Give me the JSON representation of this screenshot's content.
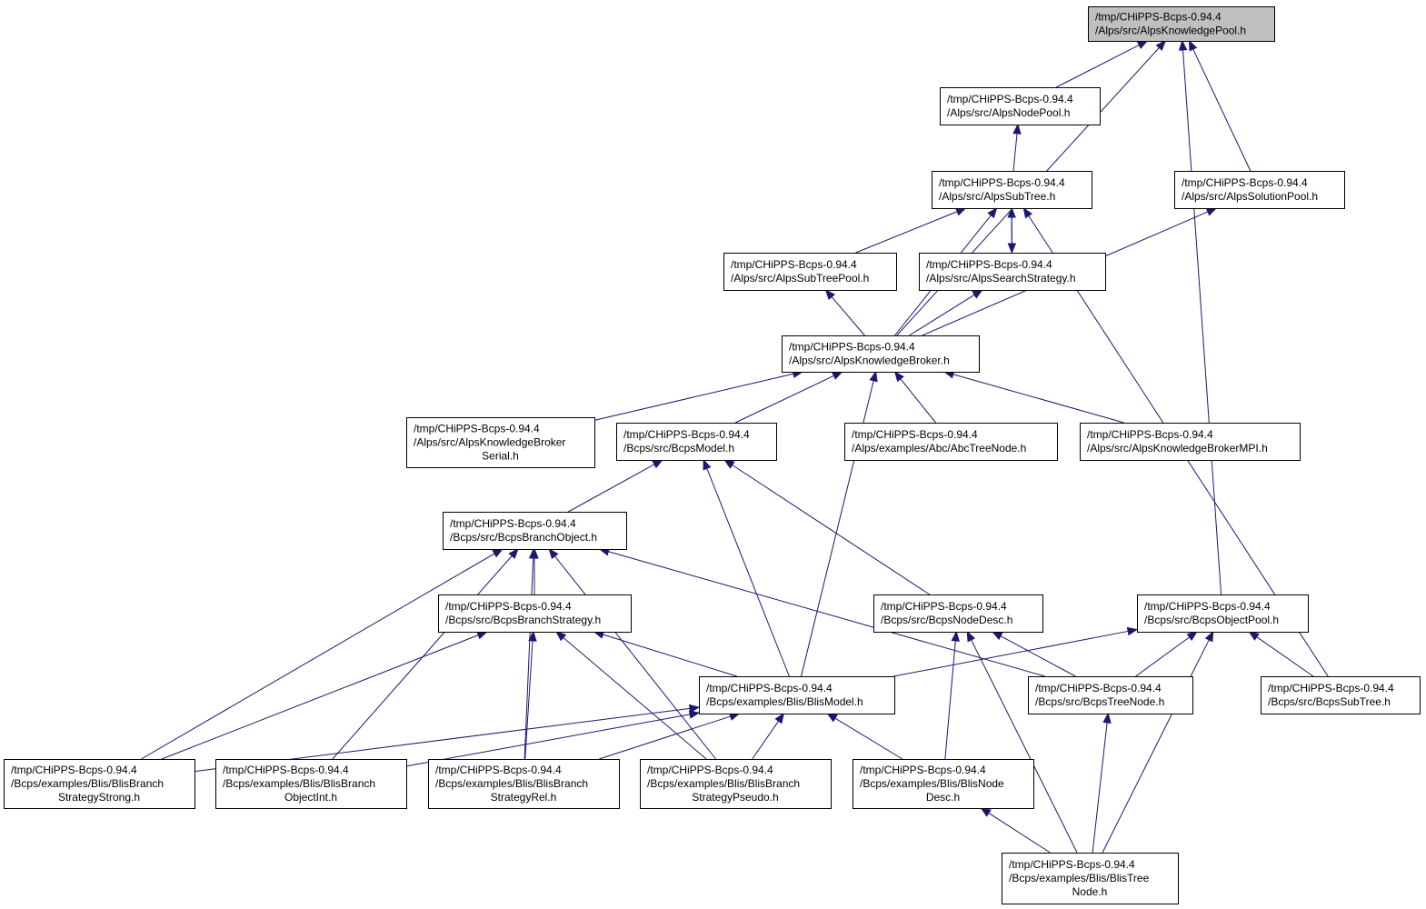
{
  "graph": {
    "nodes": [
      {
        "id": "n1",
        "lines": [
          "/tmp/CHiPPS-Bcps-0.94.4",
          "/Alps/src/AlpsKnowledgePool.h"
        ],
        "highlight": true
      },
      {
        "id": "n2",
        "lines": [
          "/tmp/CHiPPS-Bcps-0.94.4",
          "/Alps/src/AlpsNodePool.h"
        ]
      },
      {
        "id": "n3",
        "lines": [
          "/tmp/CHiPPS-Bcps-0.94.4",
          "/Alps/src/AlpsSubTree.h"
        ]
      },
      {
        "id": "n4",
        "lines": [
          "/tmp/CHiPPS-Bcps-0.94.4",
          "/Alps/src/AlpsSolutionPool.h"
        ]
      },
      {
        "id": "n5",
        "lines": [
          "/tmp/CHiPPS-Bcps-0.94.4",
          "/Alps/src/AlpsSubTreePool.h"
        ]
      },
      {
        "id": "n6",
        "lines": [
          "/tmp/CHiPPS-Bcps-0.94.4",
          "/Alps/src/AlpsSearchStrategy.h"
        ]
      },
      {
        "id": "n7",
        "lines": [
          "/tmp/CHiPPS-Bcps-0.94.4",
          "/Alps/src/AlpsKnowledgeBroker.h"
        ]
      },
      {
        "id": "n8",
        "lines": [
          "/tmp/CHiPPS-Bcps-0.94.4",
          "/Alps/src/AlpsKnowledgeBroker",
          "Serial.h"
        ]
      },
      {
        "id": "n9",
        "lines": [
          "/tmp/CHiPPS-Bcps-0.94.4",
          "/Bcps/src/BcpsModel.h"
        ]
      },
      {
        "id": "n10",
        "lines": [
          "/tmp/CHiPPS-Bcps-0.94.4",
          "/Alps/examples/Abc/AbcTreeNode.h"
        ]
      },
      {
        "id": "n11",
        "lines": [
          "/tmp/CHiPPS-Bcps-0.94.4",
          "/Alps/src/AlpsKnowledgeBrokerMPI.h"
        ]
      },
      {
        "id": "n12",
        "lines": [
          "/tmp/CHiPPS-Bcps-0.94.4",
          "/Bcps/src/BcpsBranchObject.h"
        ]
      },
      {
        "id": "n13",
        "lines": [
          "/tmp/CHiPPS-Bcps-0.94.4",
          "/Bcps/src/BcpsBranchStrategy.h"
        ]
      },
      {
        "id": "n14",
        "lines": [
          "/tmp/CHiPPS-Bcps-0.94.4",
          "/Bcps/src/BcpsNodeDesc.h"
        ]
      },
      {
        "id": "n15",
        "lines": [
          "/tmp/CHiPPS-Bcps-0.94.4",
          "/Bcps/src/BcpsObjectPool.h"
        ]
      },
      {
        "id": "n16",
        "lines": [
          "/tmp/CHiPPS-Bcps-0.94.4",
          "/Bcps/examples/Blis/BlisModel.h"
        ]
      },
      {
        "id": "n17",
        "lines": [
          "/tmp/CHiPPS-Bcps-0.94.4",
          "/Bcps/src/BcpsTreeNode.h"
        ]
      },
      {
        "id": "n18",
        "lines": [
          "/tmp/CHiPPS-Bcps-0.94.4",
          "/Bcps/src/BcpsSubTree.h"
        ]
      },
      {
        "id": "n19",
        "lines": [
          "/tmp/CHiPPS-Bcps-0.94.4",
          "/Bcps/examples/Blis/BlisBranch",
          "StrategyStrong.h"
        ]
      },
      {
        "id": "n20",
        "lines": [
          "/tmp/CHiPPS-Bcps-0.94.4",
          "/Bcps/examples/Blis/BlisBranch",
          "ObjectInt.h"
        ]
      },
      {
        "id": "n21",
        "lines": [
          "/tmp/CHiPPS-Bcps-0.94.4",
          "/Bcps/examples/Blis/BlisBranch",
          "StrategyRel.h"
        ]
      },
      {
        "id": "n22",
        "lines": [
          "/tmp/CHiPPS-Bcps-0.94.4",
          "/Bcps/examples/Blis/BlisBranch",
          "StrategyPseudo.h"
        ]
      },
      {
        "id": "n23",
        "lines": [
          "/tmp/CHiPPS-Bcps-0.94.4",
          "/Bcps/examples/Blis/BlisNode",
          "Desc.h"
        ]
      },
      {
        "id": "n24",
        "lines": [
          "/tmp/CHiPPS-Bcps-0.94.4",
          "/Bcps/examples/Blis/BlisTree",
          "Node.h"
        ]
      }
    ],
    "edges": [
      [
        "n1",
        "n2"
      ],
      [
        "n1",
        "n4"
      ],
      [
        "n1",
        "n7"
      ],
      [
        "n1",
        "n15"
      ],
      [
        "n2",
        "n3"
      ],
      [
        "n3",
        "n5"
      ],
      [
        "n3",
        "n6"
      ],
      [
        "n3",
        "n7"
      ],
      [
        "n3",
        "n18"
      ],
      [
        "n6",
        "n3"
      ],
      [
        "n4",
        "n7"
      ],
      [
        "n5",
        "n7"
      ],
      [
        "n6",
        "n7"
      ],
      [
        "n7",
        "n8"
      ],
      [
        "n7",
        "n9"
      ],
      [
        "n7",
        "n10"
      ],
      [
        "n7",
        "n11"
      ],
      [
        "n7",
        "n16"
      ],
      [
        "n9",
        "n12"
      ],
      [
        "n9",
        "n14"
      ],
      [
        "n9",
        "n16"
      ],
      [
        "n12",
        "n13"
      ],
      [
        "n12",
        "n17"
      ],
      [
        "n12",
        "n19"
      ],
      [
        "n12",
        "n20"
      ],
      [
        "n12",
        "n21"
      ],
      [
        "n12",
        "n22"
      ],
      [
        "n13",
        "n16"
      ],
      [
        "n13",
        "n19"
      ],
      [
        "n13",
        "n21"
      ],
      [
        "n13",
        "n22"
      ],
      [
        "n14",
        "n17"
      ],
      [
        "n14",
        "n23"
      ],
      [
        "n14",
        "n24"
      ],
      [
        "n15",
        "n16"
      ],
      [
        "n15",
        "n17"
      ],
      [
        "n15",
        "n18"
      ],
      [
        "n15",
        "n24"
      ],
      [
        "n16",
        "n19"
      ],
      [
        "n16",
        "n20"
      ],
      [
        "n16",
        "n21"
      ],
      [
        "n16",
        "n22"
      ],
      [
        "n16",
        "n23"
      ],
      [
        "n17",
        "n24"
      ],
      [
        "n23",
        "n24"
      ]
    ],
    "colors": {
      "edge": "#191970",
      "node_border": "#000000",
      "node_fill": "#ffffff",
      "highlight_fill": "#bfbfbf"
    }
  }
}
